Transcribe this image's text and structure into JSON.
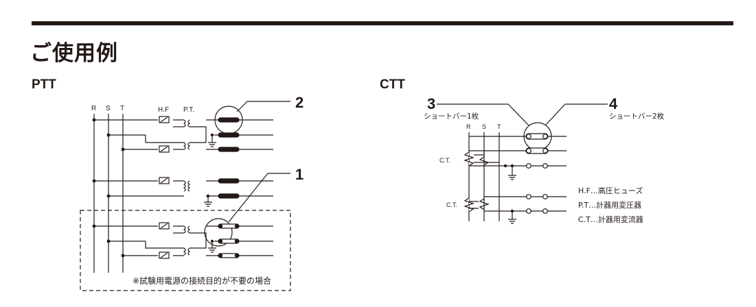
{
  "page": {
    "title": "ご使用例"
  },
  "ptt": {
    "section_title": "PTT",
    "phases": [
      "R",
      "S",
      "T"
    ],
    "hf_label": "H.F",
    "pt_label": "P.T.",
    "callouts": [
      "2",
      "1"
    ],
    "note": "※試験用電源の接続目的が不要の場合"
  },
  "ctt": {
    "section_title": "CTT",
    "phases": [
      "R",
      "S",
      "T"
    ],
    "callouts": [
      {
        "number": "3",
        "label": "ショートバー1枚"
      },
      {
        "number": "4",
        "label": "ショートバー2枚"
      }
    ],
    "ct_label": "C.T.",
    "legend": [
      "H.F…高圧ヒューズ",
      "P.T…計器用変圧器",
      "C.T…計器用変流器"
    ]
  },
  "colors": {
    "ink": "#231815",
    "background": "#ffffff"
  }
}
